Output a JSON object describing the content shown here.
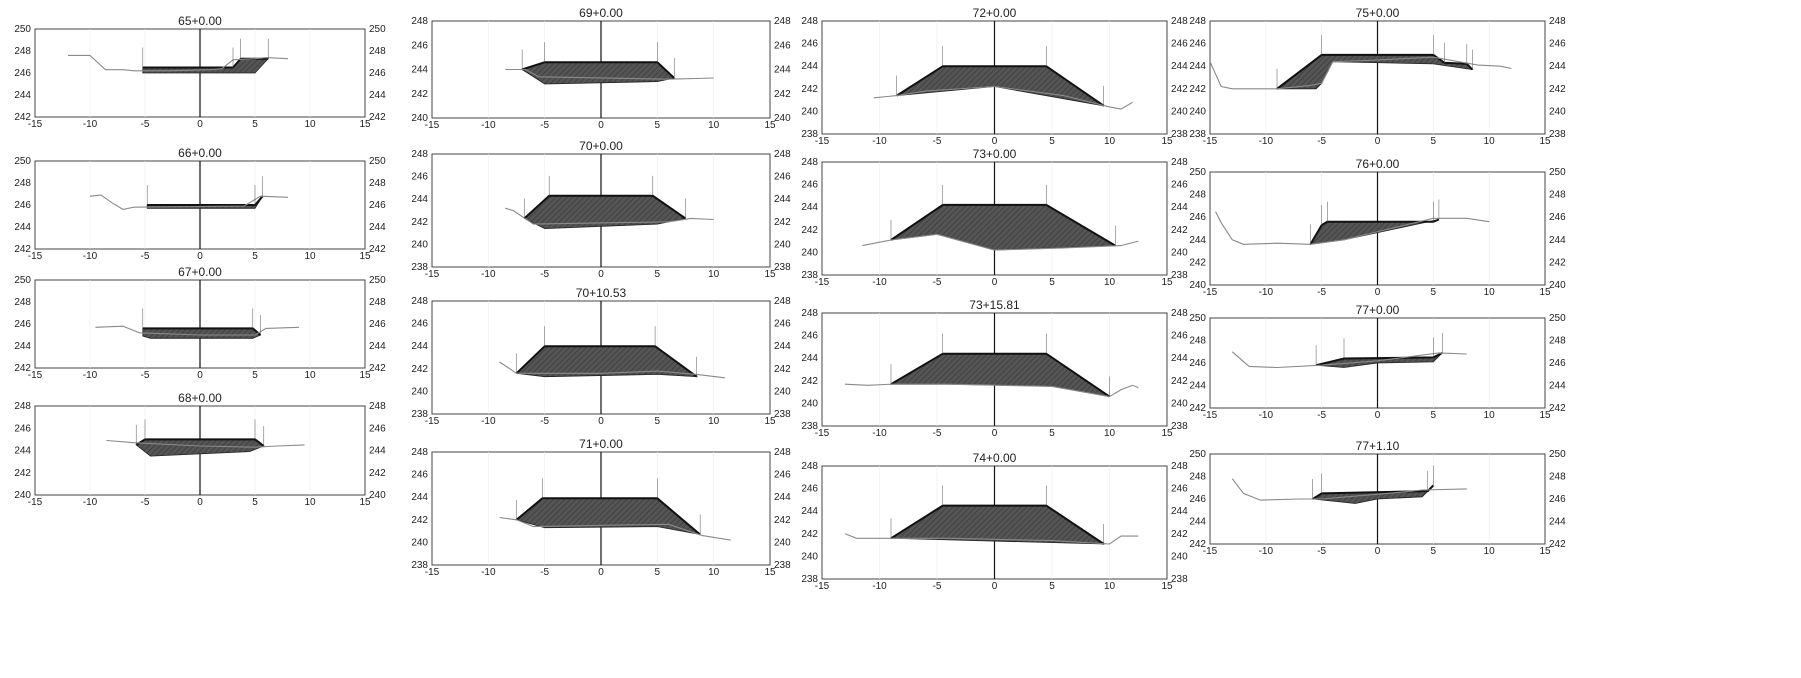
{
  "sections": [
    {
      "title": "65+0.00",
      "y_ticks": [
        "250",
        "248",
        "246",
        "244",
        "242"
      ],
      "y_range": [
        242,
        250
      ],
      "ground": [
        [
          -12,
          247.6
        ],
        [
          -10,
          247.6
        ],
        [
          -8.6,
          246.3
        ],
        [
          -7,
          246.3
        ],
        [
          -6,
          246.2
        ],
        [
          -3,
          246.2
        ],
        [
          1,
          246.3
        ],
        [
          2,
          246.4
        ],
        [
          3,
          247.2
        ],
        [
          5,
          247.3
        ],
        [
          6,
          247.4
        ],
        [
          8,
          247.3
        ]
      ],
      "top": [
        [
          -5.2,
          246.5
        ],
        [
          3,
          246.5
        ],
        [
          3.7,
          247.3
        ],
        [
          6.2,
          247.3
        ]
      ],
      "bottom": [
        [
          -5.2,
          246.0
        ],
        [
          5,
          246.0
        ],
        [
          6.2,
          247.3
        ]
      ]
    },
    {
      "title": "66+0.00",
      "y_ticks": [
        "250",
        "248",
        "246",
        "244",
        "242"
      ],
      "y_range": [
        242,
        250
      ],
      "ground": [
        [
          -10,
          246.8
        ],
        [
          -9,
          246.9
        ],
        [
          -8,
          246.2
        ],
        [
          -7,
          245.6
        ],
        [
          -6,
          245.8
        ],
        [
          4,
          245.9
        ],
        [
          5.5,
          246.8
        ],
        [
          8,
          246.7
        ]
      ],
      "top": [
        [
          -4.8,
          246.0
        ],
        [
          5,
          246.0
        ],
        [
          5.7,
          246.8
        ]
      ],
      "bottom": [
        [
          -4.8,
          245.7
        ],
        [
          5,
          245.7
        ],
        [
          5.7,
          246.8
        ]
      ]
    },
    {
      "title": "67+0.00",
      "y_ticks": [
        "250",
        "248",
        "246",
        "244",
        "242"
      ],
      "y_range": [
        242,
        250
      ],
      "ground": [
        [
          -9.5,
          245.7
        ],
        [
          -7,
          245.8
        ],
        [
          -5.5,
          245.2
        ],
        [
          0,
          245.0
        ],
        [
          5,
          245.0
        ],
        [
          6,
          245.6
        ],
        [
          9,
          245.7
        ]
      ],
      "top": [
        [
          -5.2,
          245.6
        ],
        [
          4.8,
          245.6
        ],
        [
          5.5,
          245.0
        ]
      ],
      "bottom": [
        [
          -5.2,
          244.9
        ],
        [
          -4.5,
          244.7
        ],
        [
          4.8,
          244.7
        ],
        [
          5.5,
          245.0
        ]
      ]
    },
    {
      "title": "68+0.00",
      "y_ticks": [
        "248",
        "246",
        "244",
        "242",
        "240"
      ],
      "y_range": [
        240,
        248
      ],
      "ground": [
        [
          -8.5,
          244.9
        ],
        [
          -6,
          244.7
        ],
        [
          0,
          244.4
        ],
        [
          5,
          244.3
        ],
        [
          7,
          244.4
        ],
        [
          9.5,
          244.5
        ]
      ],
      "top": [
        [
          -5.8,
          244.5
        ],
        [
          -5,
          245.0
        ],
        [
          5,
          245.0
        ],
        [
          5.8,
          244.4
        ]
      ],
      "bottom": [
        [
          -5.8,
          244.5
        ],
        [
          -4.5,
          243.5
        ],
        [
          4.5,
          243.9
        ],
        [
          5.8,
          244.4
        ]
      ]
    },
    {
      "title": "69+0.00",
      "y_ticks": [
        "248",
        "246",
        "244",
        "242",
        "240"
      ],
      "y_range": [
        240,
        248
      ],
      "ground": [
        [
          -8.5,
          244.0
        ],
        [
          -6.7,
          244.0
        ],
        [
          -5.5,
          243.4
        ],
        [
          6,
          243.2
        ],
        [
          10,
          243.3
        ]
      ],
      "top": [
        [
          -7,
          244.0
        ],
        [
          -5,
          244.6
        ],
        [
          5,
          244.6
        ],
        [
          6.5,
          243.3
        ]
      ],
      "bottom": [
        [
          -7,
          244.0
        ],
        [
          -5,
          242.8
        ],
        [
          5,
          243.0
        ],
        [
          6.5,
          243.3
        ]
      ]
    },
    {
      "title": "70+0.00",
      "y_ticks": [
        "248",
        "246",
        "244",
        "242",
        "240",
        "238"
      ],
      "y_range": [
        238,
        248
      ],
      "ground": [
        [
          -8.5,
          243.2
        ],
        [
          -7.8,
          243.0
        ],
        [
          -6,
          241.8
        ],
        [
          6,
          242.0
        ],
        [
          8,
          242.3
        ],
        [
          10,
          242.2
        ]
      ],
      "top": [
        [
          -6.8,
          242.3
        ],
        [
          -4.6,
          244.3
        ],
        [
          4.6,
          244.3
        ],
        [
          7.5,
          242.3
        ]
      ],
      "bottom": [
        [
          -6.8,
          242.3
        ],
        [
          -5,
          241.4
        ],
        [
          5,
          241.8
        ],
        [
          7.5,
          242.3
        ]
      ]
    },
    {
      "title": "70+10.53",
      "y_ticks": [
        "248",
        "246",
        "244",
        "242",
        "240",
        "238"
      ],
      "y_range": [
        238,
        248
      ],
      "ground": [
        [
          -9,
          242.6
        ],
        [
          -7.5,
          241.6
        ],
        [
          0,
          241.6
        ],
        [
          5,
          241.8
        ],
        [
          8.5,
          241.5
        ],
        [
          11,
          241.2
        ]
      ],
      "top": [
        [
          -7.5,
          241.6
        ],
        [
          -5,
          244.0
        ],
        [
          4.8,
          244.0
        ],
        [
          8.5,
          241.3
        ]
      ],
      "bottom": [
        [
          -7.5,
          241.6
        ],
        [
          -5,
          241.3
        ],
        [
          5,
          241.5
        ],
        [
          8.5,
          241.3
        ]
      ]
    },
    {
      "title": "71+0.00",
      "y_ticks": [
        "248",
        "246",
        "244",
        "242",
        "240",
        "238"
      ],
      "y_range": [
        238,
        248
      ],
      "ground": [
        [
          -9,
          242.2
        ],
        [
          -7.5,
          242.0
        ],
        [
          -6,
          241.4
        ],
        [
          6,
          241.6
        ],
        [
          9,
          240.6
        ],
        [
          11.5,
          240.2
        ]
      ],
      "top": [
        [
          -7.5,
          242.0
        ],
        [
          -5.2,
          243.9
        ],
        [
          5,
          243.9
        ],
        [
          8.8,
          240.7
        ]
      ],
      "bottom": [
        [
          -7.5,
          242.0
        ],
        [
          -5,
          241.3
        ],
        [
          5,
          241.4
        ],
        [
          8.8,
          240.7
        ]
      ]
    },
    {
      "title": "72+0.00",
      "y_ticks": [
        "248",
        "246",
        "244",
        "242",
        "240",
        "238"
      ],
      "y_range": [
        238,
        248
      ],
      "ground": [
        [
          -10.5,
          241.2
        ],
        [
          -8.5,
          241.4
        ],
        [
          -6,
          241.8
        ],
        [
          0,
          242.2
        ],
        [
          6,
          241.4
        ],
        [
          10,
          240.4
        ],
        [
          11,
          240.2
        ],
        [
          12,
          240.8
        ]
      ],
      "top": [
        [
          -8.5,
          241.4
        ],
        [
          -4.5,
          244.0
        ],
        [
          4.5,
          244.0
        ],
        [
          9.5,
          240.5
        ]
      ],
      "bottom": [
        [
          -8.5,
          241.4
        ],
        [
          0,
          242.2
        ],
        [
          9.5,
          240.5
        ]
      ]
    },
    {
      "title": "73+0.00",
      "y_ticks": [
        "248",
        "246",
        "244",
        "242",
        "240",
        "238"
      ],
      "y_range": [
        238,
        248
      ],
      "ground": [
        [
          -11.5,
          240.6
        ],
        [
          -9,
          241.1
        ],
        [
          -5,
          241.6
        ],
        [
          0,
          240.2
        ],
        [
          6,
          240.4
        ],
        [
          11,
          240.6
        ],
        [
          12.5,
          241.0
        ]
      ],
      "top": [
        [
          -9,
          241.1
        ],
        [
          -4.5,
          244.2
        ],
        [
          4.5,
          244.2
        ],
        [
          10.5,
          240.6
        ]
      ],
      "bottom": [
        [
          -9,
          241.1
        ],
        [
          -5,
          241.6
        ],
        [
          0,
          240.2
        ],
        [
          10.5,
          240.6
        ]
      ]
    },
    {
      "title": "73+15.81",
      "y_ticks": [
        "248",
        "246",
        "244",
        "242",
        "240",
        "238"
      ],
      "y_range": [
        238,
        248
      ],
      "ground": [
        [
          -13,
          241.7
        ],
        [
          -11,
          241.6
        ],
        [
          -9,
          241.7
        ],
        [
          -4,
          241.7
        ],
        [
          5,
          241.5
        ],
        [
          10,
          240.6
        ],
        [
          11,
          241.2
        ],
        [
          12,
          241.6
        ],
        [
          12.5,
          241.4
        ]
      ],
      "top": [
        [
          -9,
          241.7
        ],
        [
          -4.5,
          244.4
        ],
        [
          4.5,
          244.4
        ],
        [
          10,
          240.6
        ]
      ],
      "bottom": [
        [
          -9,
          241.7
        ],
        [
          -4,
          241.7
        ],
        [
          5,
          241.5
        ],
        [
          10,
          240.6
        ]
      ]
    },
    {
      "title": "74+0.00",
      "y_ticks": [
        "248",
        "246",
        "244",
        "242",
        "240",
        "238"
      ],
      "y_range": [
        238,
        248
      ],
      "ground": [
        [
          -13,
          242.0
        ],
        [
          -12,
          241.6
        ],
        [
          -9,
          241.6
        ],
        [
          -4,
          241.6
        ],
        [
          5,
          241.4
        ],
        [
          10,
          241.1
        ],
        [
          11,
          241.8
        ],
        [
          12.5,
          241.8
        ]
      ],
      "top": [
        [
          -9,
          241.6
        ],
        [
          -4.5,
          244.5
        ],
        [
          4.5,
          244.5
        ],
        [
          9.5,
          241.1
        ]
      ],
      "bottom": [
        [
          -9,
          241.6
        ],
        [
          9.5,
          241.1
        ]
      ]
    },
    {
      "title": "75+0.00",
      "y_ticks": [
        "248",
        "246",
        "244",
        "242",
        "240",
        "238"
      ],
      "y_range": [
        238,
        248
      ],
      "ground": [
        [
          -15,
          244.4
        ],
        [
          -14,
          242.2
        ],
        [
          -13,
          242.0
        ],
        [
          -9,
          242.0
        ],
        [
          -6,
          242.3
        ],
        [
          -5,
          242.5
        ],
        [
          -4,
          244.4
        ],
        [
          -1,
          244.5
        ],
        [
          5,
          244.8
        ],
        [
          9,
          244.1
        ],
        [
          11,
          244.0
        ],
        [
          12,
          243.8
        ]
      ],
      "top": [
        [
          -9,
          242.0
        ],
        [
          -5,
          245.0
        ],
        [
          5,
          245.0
        ],
        [
          6,
          244.3
        ],
        [
          8,
          244.2
        ],
        [
          8.5,
          243.7
        ]
      ],
      "bottom": [
        [
          -9,
          242.0
        ],
        [
          -5.5,
          242.0
        ],
        [
          -5,
          242.5
        ],
        [
          -4,
          244.4
        ],
        [
          5,
          244.2
        ],
        [
          8.5,
          243.7
        ]
      ]
    },
    {
      "title": "76+0.00",
      "y_ticks": [
        "250",
        "248",
        "246",
        "244",
        "242",
        "240"
      ],
      "y_range": [
        240,
        250
      ],
      "ground": [
        [
          -14.5,
          246.5
        ],
        [
          -14,
          245.5
        ],
        [
          -13,
          244.0
        ],
        [
          -12,
          243.6
        ],
        [
          -9,
          243.7
        ],
        [
          -6,
          243.6
        ],
        [
          -3,
          244.0
        ],
        [
          5,
          245.9
        ],
        [
          8,
          245.9
        ],
        [
          10,
          245.6
        ]
      ],
      "top": [
        [
          -6,
          243.6
        ],
        [
          -5,
          245.3
        ],
        [
          -4.5,
          245.6
        ],
        [
          5,
          245.6
        ],
        [
          5.5,
          245.8
        ]
      ],
      "bottom": [
        [
          -6,
          243.6
        ],
        [
          -3,
          244.0
        ],
        [
          5.5,
          245.8
        ]
      ]
    },
    {
      "title": "77+0.00",
      "y_ticks": [
        "250",
        "248",
        "246",
        "244",
        "242"
      ],
      "y_range": [
        242,
        250
      ],
      "ground": [
        [
          -13,
          247.0
        ],
        [
          -11.5,
          245.7
        ],
        [
          -9,
          245.6
        ],
        [
          -5,
          245.8
        ],
        [
          0,
          246.2
        ],
        [
          5.5,
          246.9
        ],
        [
          8,
          246.8
        ]
      ],
      "top": [
        [
          -5.5,
          245.8
        ],
        [
          -3,
          246.4
        ],
        [
          5,
          246.5
        ],
        [
          5.8,
          246.9
        ]
      ],
      "bottom": [
        [
          -5.5,
          245.8
        ],
        [
          -3,
          245.6
        ],
        [
          0,
          246.0
        ],
        [
          5,
          246.1
        ],
        [
          5.8,
          246.9
        ]
      ]
    },
    {
      "title": "77+1.10",
      "y_ticks": [
        "250",
        "248",
        "246",
        "244",
        "242"
      ],
      "y_range": [
        242,
        250
      ],
      "ground": [
        [
          -13,
          247.8
        ],
        [
          -12,
          246.5
        ],
        [
          -10.5,
          245.9
        ],
        [
          -7,
          246.0
        ],
        [
          -5,
          246.0
        ],
        [
          2,
          246.6
        ],
        [
          4,
          246.8
        ],
        [
          8,
          246.9
        ]
      ],
      "top": [
        [
          -5.8,
          246.0
        ],
        [
          -5,
          246.5
        ],
        [
          4.5,
          246.7
        ],
        [
          5,
          247.2
        ]
      ],
      "bottom": [
        [
          -5.8,
          246.0
        ],
        [
          -2,
          245.6
        ],
        [
          0,
          246.0
        ],
        [
          4,
          246.2
        ],
        [
          5,
          247.2
        ]
      ]
    }
  ],
  "x_ticks": [
    "-15",
    "-10",
    "-5",
    "0",
    "5",
    "10",
    "15"
  ]
}
